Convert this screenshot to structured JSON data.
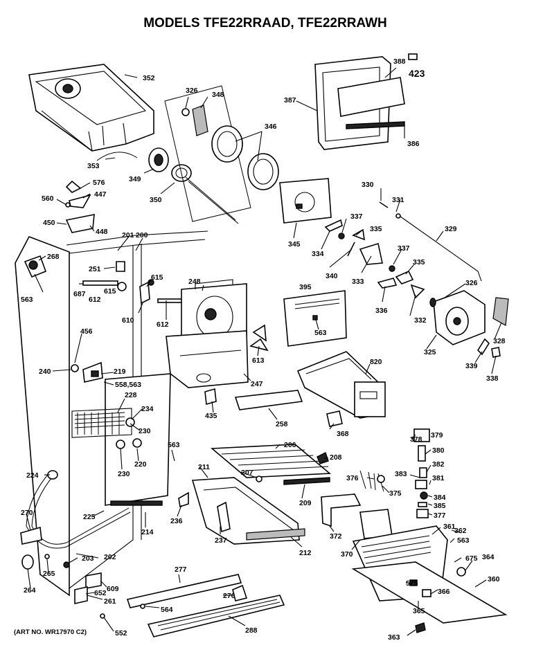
{
  "title": "MODELS TFE22RRAAD, TFE22RRAWH",
  "art_number": "(ART NO. WR17970 C2)",
  "part_labels": {
    "352": "352",
    "326a": "326",
    "348": "348",
    "346": "346",
    "387": "387",
    "388": "388",
    "423": "423",
    "386": "386",
    "353": "353",
    "349": "349",
    "350": "350",
    "576": "576",
    "560": "560",
    "447": "447",
    "450": "450",
    "448": "448",
    "201": "201",
    "200": "200",
    "268": "268",
    "251": "251",
    "563a": "563",
    "687": "687",
    "612a": "612",
    "615a": "615",
    "615b": "615",
    "610": "610",
    "612b": "612",
    "248": "248",
    "345": "345",
    "330": "330",
    "331": "331",
    "337a": "337",
    "335a": "335",
    "329": "329",
    "334": "334",
    "340": "340",
    "333": "333",
    "337b": "337",
    "335b": "335",
    "395": "395",
    "563b": "563",
    "326b": "326",
    "336": "336",
    "332": "332",
    "325": "325",
    "328": "328",
    "339": "339",
    "338": "338",
    "456": "456",
    "613": "613",
    "240": "240",
    "219": "219",
    "247": "247",
    "820": "820",
    "558": "558,563",
    "228": "228",
    "234": "234",
    "435": "435",
    "258": "258",
    "368": "368",
    "230a": "230",
    "563c": "563",
    "220": "220",
    "206": "206",
    "378": "378",
    "379": "379",
    "380": "380",
    "230b": "230",
    "211": "211",
    "208": "208",
    "382": "382",
    "224": "224",
    "207": "207",
    "376": "376",
    "383": "383",
    "381": "381",
    "209": "209",
    "375": "375",
    "384": "384",
    "385": "385",
    "236": "236",
    "225": "225",
    "214": "214",
    "377": "377",
    "270": "270",
    "372": "372",
    "237": "237",
    "212": "212",
    "361": "361",
    "362": "362",
    "563d": "563",
    "370": "370",
    "203": "203",
    "202": "202",
    "675": "675",
    "364": "364",
    "265": "265",
    "277": "277",
    "264": "264",
    "609": "609",
    "360": "360",
    "575": "575",
    "366": "366",
    "652": "652",
    "261": "261",
    "276": "276",
    "564": "564",
    "365": "365",
    "552": "552",
    "288": "288",
    "363": "363"
  }
}
